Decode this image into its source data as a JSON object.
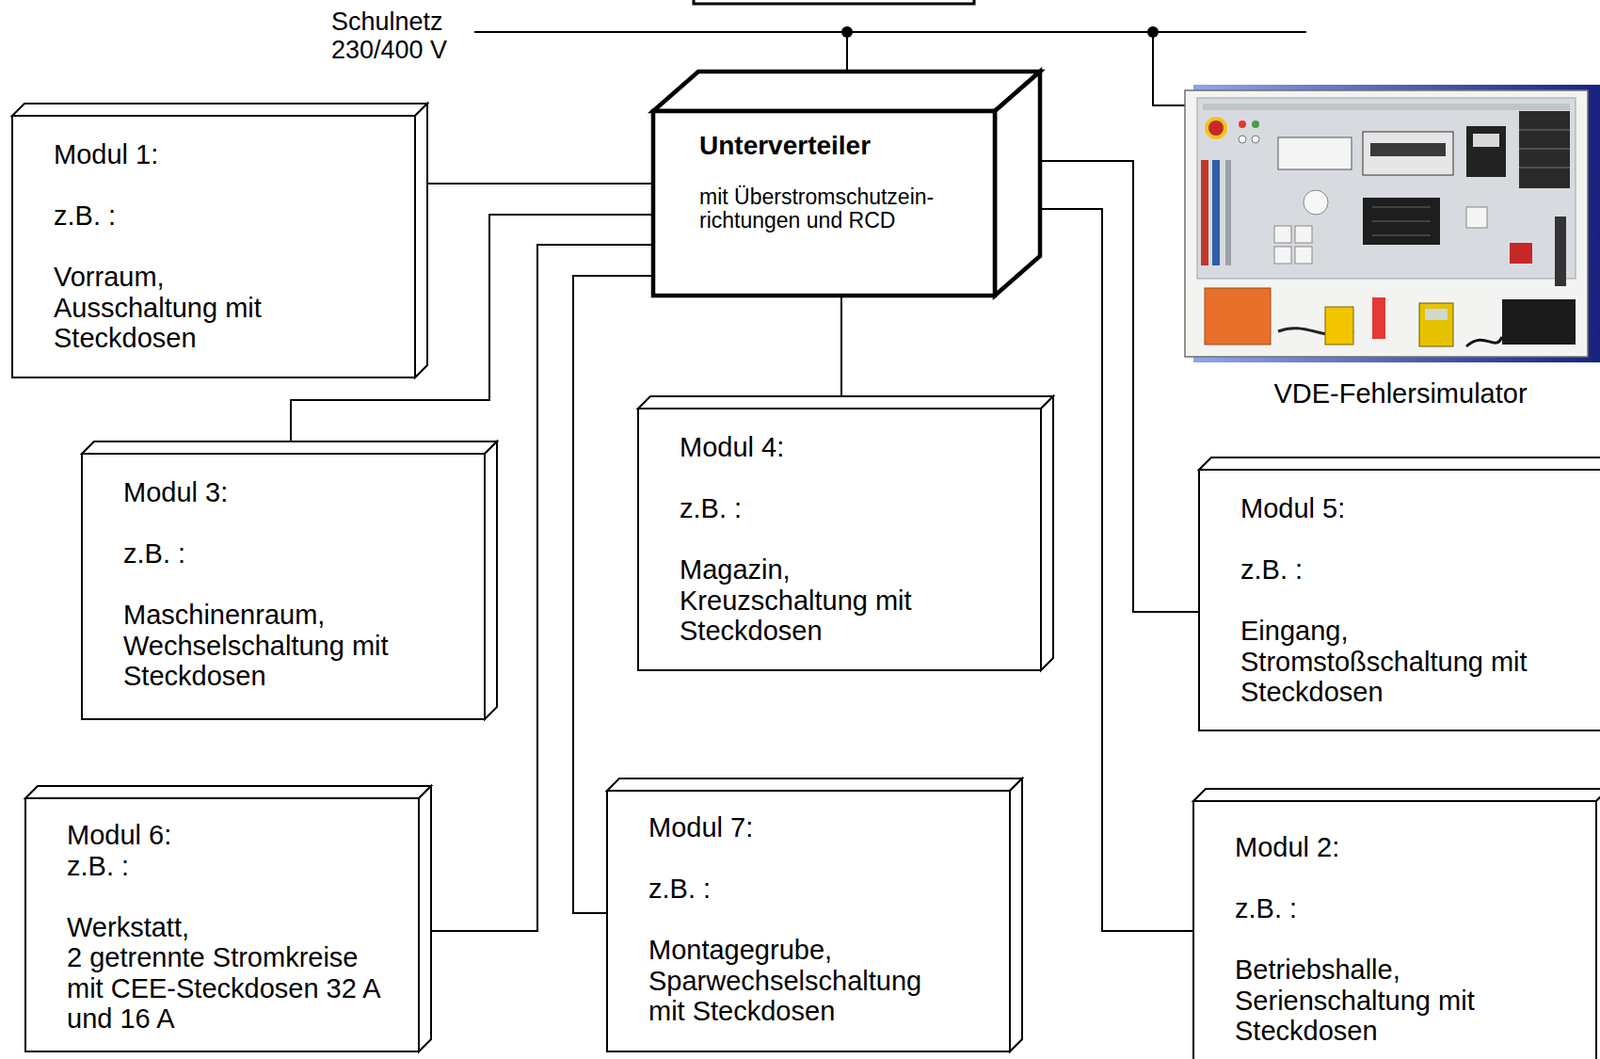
{
  "diagram": {
    "nodes": [
      {
        "text": [
          "Unterverteiler",
          "mit Überstromschutzein- richtungen und RCD"
        ]
      },
      {
        "text": [
          "VDE-Fehlersimulator"
        ]
      },
      {
        "text": [
          "Modul 1:",
          "z.B. :",
          "Vorraum,",
          "Ausschaltung mit Steckdosen"
        ]
      },
      {
        "text": [
          "Modul 3:",
          "z.B. :",
          "Maschinenraum,",
          "Wechselschaltung mit Steckdosen"
        ]
      },
      {
        "text": [
          "Modul 4:",
          "z.B. :",
          "Magazin,",
          "Kreuzschaltung mit Steckdosen"
        ]
      },
      {
        "text": [
          "Modul 5:",
          "z.B. :",
          "Eingang,",
          "Stromstoßschaltung mit Steckdosen"
        ]
      },
      {
        "text": [
          "Modul 6:",
          "z.B. :",
          "Werkstatt,",
          "2 getrennte Stromkreise mit CEE-Steckdosen 32 A und 16 A"
        ]
      },
      {
        "text": [
          "Modul 7:",
          "z.B. :",
          "Montagegrube,",
          "Sparwechselschaltung mit Steckdosen"
        ]
      },
      {
        "text": [
          "Modul 2:",
          "z.B. :",
          "Betriebshalle,",
          "Serienschaltung mit Steckdosen"
        ]
      }
    ],
    "edges": [
      {
        "from": 0,
        "to": 2,
        "arrow": "none"
      },
      {
        "from": 0,
        "to": 3,
        "arrow": "none"
      },
      {
        "from": 0,
        "to": 4,
        "arrow": "none"
      },
      {
        "from": 0,
        "to": 5,
        "arrow": "none"
      },
      {
        "from": 0,
        "to": 6,
        "arrow": "none"
      },
      {
        "from": 0,
        "to": 7,
        "arrow": "none"
      },
      {
        "from": 0,
        "to": 8,
        "arrow": "none"
      }
    ],
    "labels": [
      "Schulnetz 230/400 V"
    ]
  }
}
